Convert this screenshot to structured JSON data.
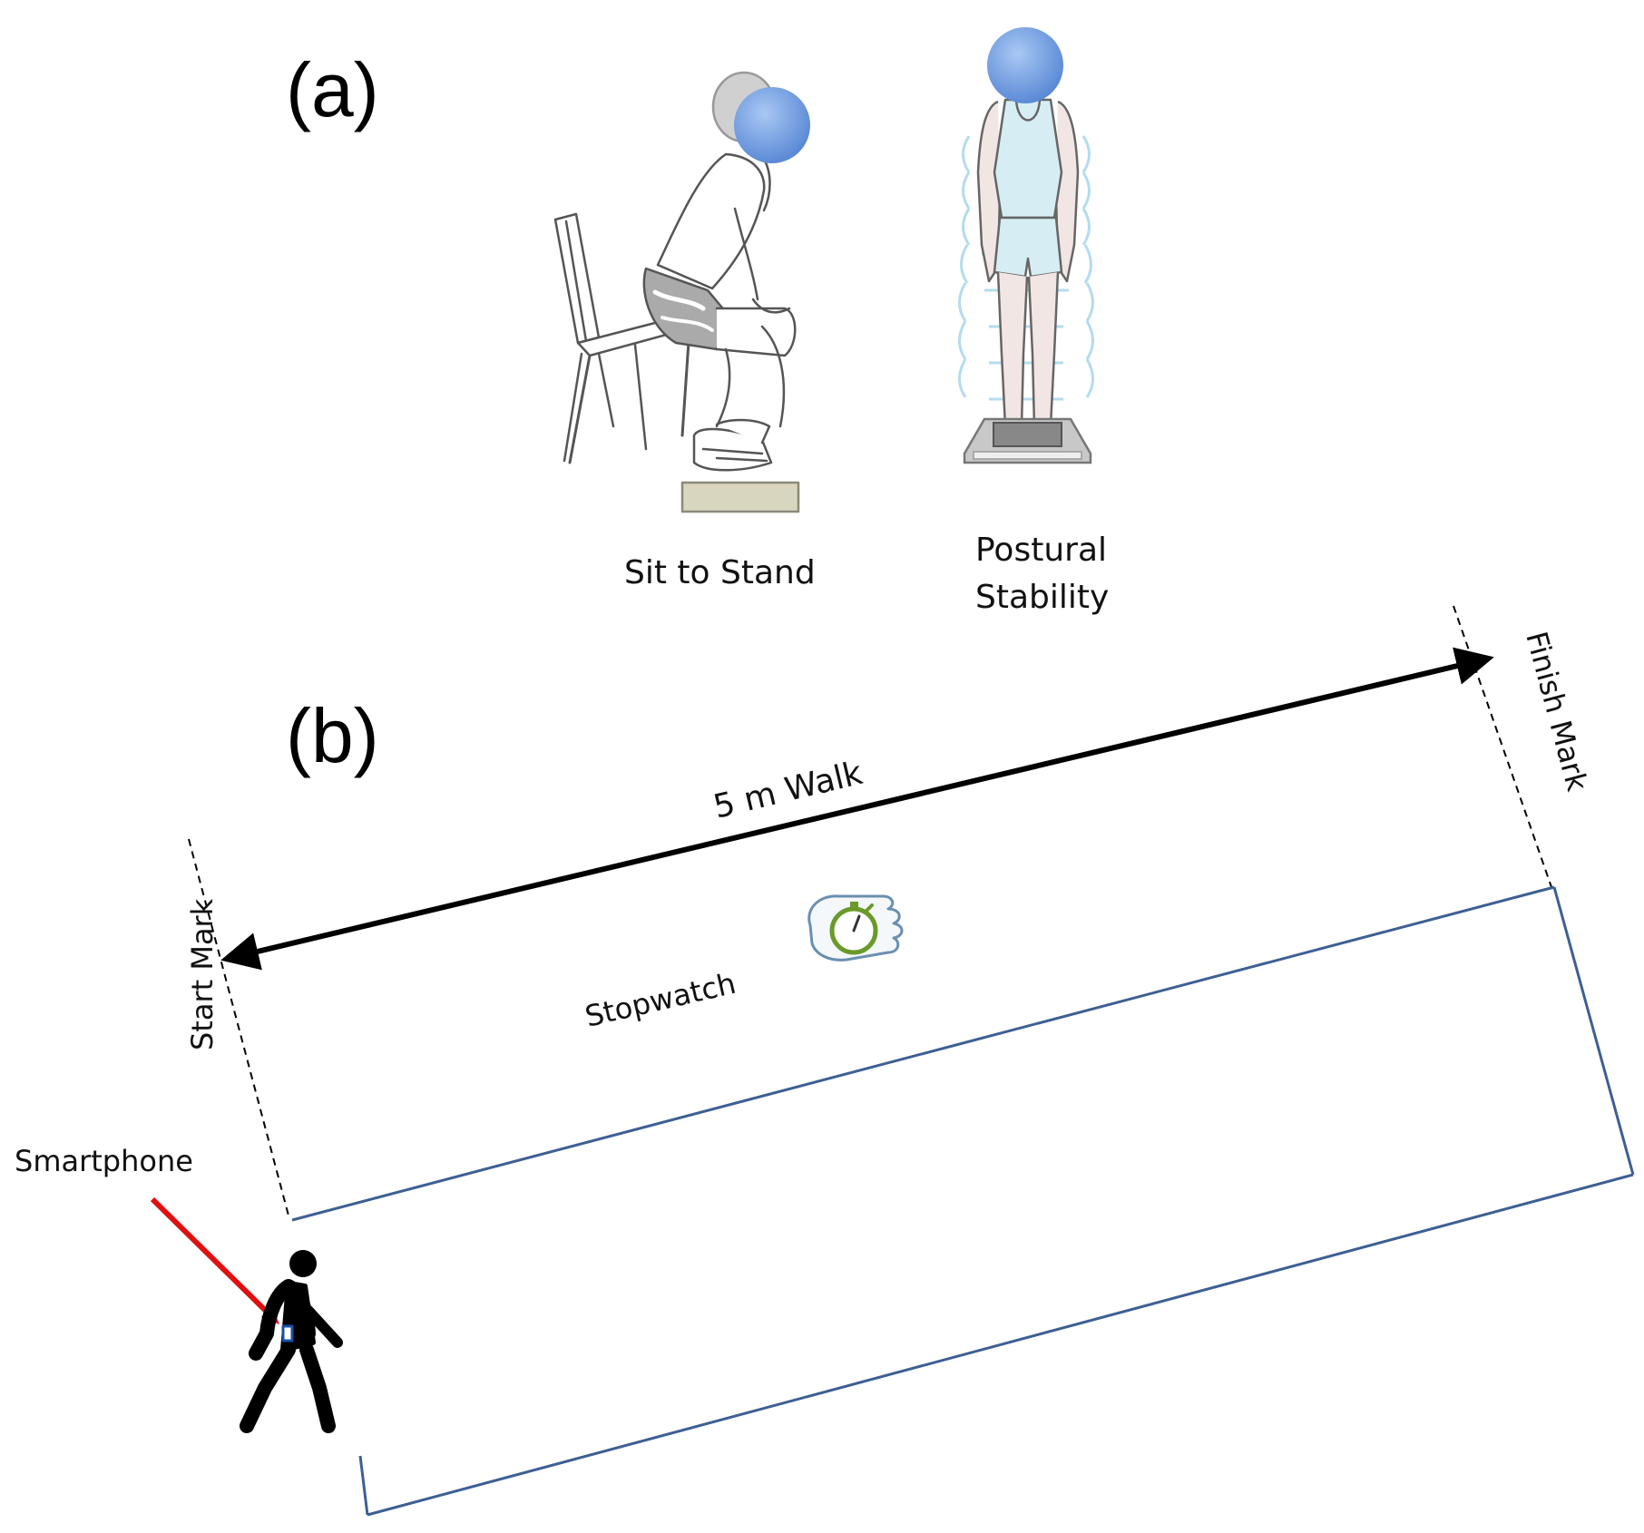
{
  "panels": {
    "a": {
      "label": "(a)"
    },
    "b": {
      "label": "(b)"
    }
  },
  "captions": {
    "sit_to_stand": "Sit to Stand",
    "postural_line1": "Postural",
    "postural_line2": "Stability",
    "walk": "5 m Walk",
    "start_mark": "Start Mark",
    "finish_mark": "Finish Mark",
    "stopwatch": "Stopwatch",
    "smartphone": "Smartphone"
  },
  "colors": {
    "head_blue": "#6f9de2",
    "lane_blue": "#3d5f93",
    "pointer_red": "#e01010",
    "arrow_black": "#000000",
    "sway_lines": "#a8d6ea",
    "clothing_tint": "#d6eef3",
    "step_block": "#d9d6bf",
    "stopwatch_green": "#6a9a2a"
  }
}
